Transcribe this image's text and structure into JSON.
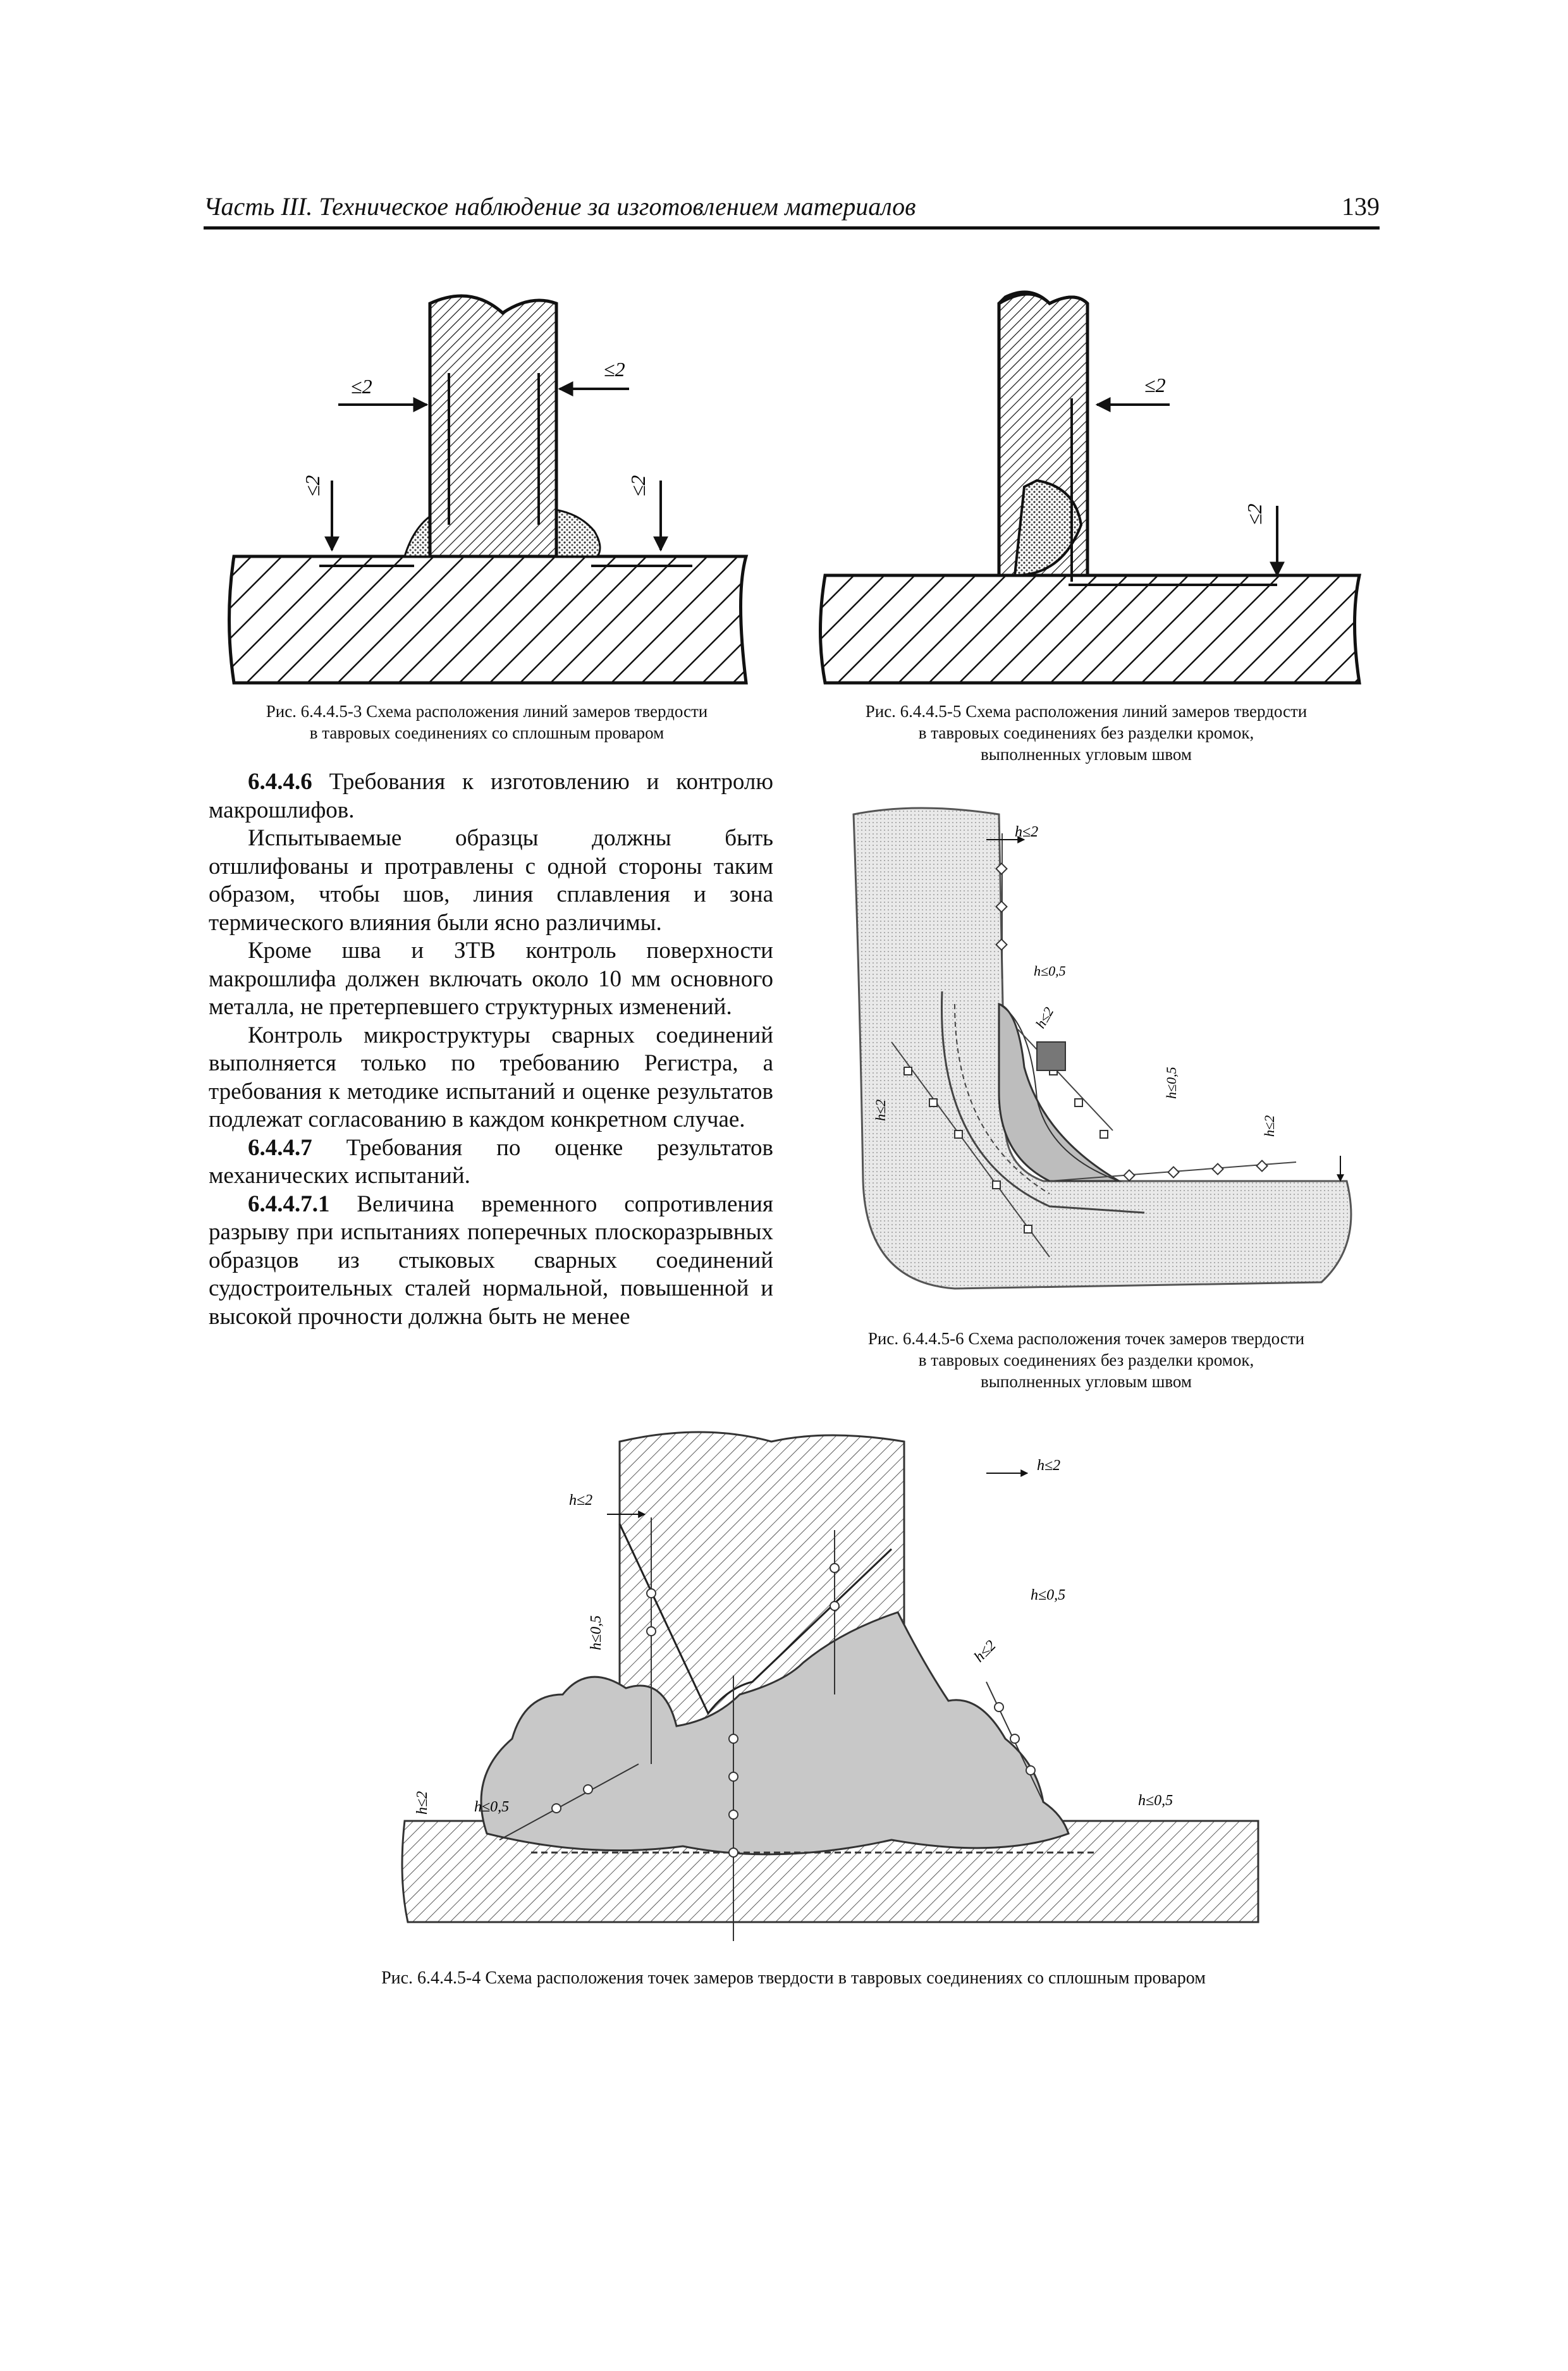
{
  "header": {
    "title": "Часть III. Техническое наблюдение за изготовлением материалов",
    "page_number": "139"
  },
  "figures": {
    "fig3": {
      "caption_line1": "Рис. 6.4.4.5-3 Схема расположения линий замеров твердости",
      "caption_line2": "в тавровых соединениях со сплошным проваром",
      "labels": [
        "≤2",
        "≤2",
        "≤2",
        "≤2"
      ]
    },
    "fig5": {
      "caption_line1": "Рис. 6.4.4.5-5 Схема расположения линий замеров твердости",
      "caption_line2": "в тавровых соединениях без разделки кромок,",
      "caption_line3": "выполненных угловым швом",
      "labels": [
        "≤2",
        "≤2"
      ]
    },
    "fig6": {
      "caption_line1": "Рис. 6.4.4.5-6 Схема расположения точек замеров твердости",
      "caption_line2": "в тавровых соединениях без разделки кромок,",
      "caption_line3": "выполненных угловым швом",
      "labels": [
        "h≤2",
        "h≤0,5",
        "h≤2",
        "h≤0,5",
        "h≤2",
        "h≤2"
      ]
    },
    "fig4": {
      "caption": "Рис. 6.4.4.5-4 Схема расположения точек замеров твердости в тавровых соединениях со сплошным проваром",
      "labels": [
        "h≤2",
        "h≤2",
        "h≤0,5",
        "h≤0,5",
        "h≤2",
        "h≤2",
        "h≤0,5",
        "h≤0,5"
      ]
    }
  },
  "body": {
    "s1_num": "6.4.4.6",
    "s1_title": " Требования к изготовлению и контролю макрошлифов.",
    "p1": "Испытываемые образцы должны быть отшлифованы и протравлены с одной стороны таким образом, чтобы шов, линия сплавления и зона термического влияния были ясно различимы.",
    "p2": "Кроме шва и ЗТВ контроль поверхности макрошлифа должен включать около 10 мм основного металла, не претерпевшего структурных изменений.",
    "p3": "Контроль микроструктуры сварных соединений выполняется только по требованию Регистра, а требования к методике испытаний и оценке результатов подлежат согласованию в каждом конкретном случае.",
    "s2_num": "6.4.4.7",
    "s2_title": " Требования по оценке результатов механических испытаний.",
    "s3_num": "6.4.4.7.1",
    "p4": " Величина временного сопротивления разрыву при испытаниях поперечных плоскоразрывных образцов из стыковых сварных соединений судостроительных сталей нормальной, повышенной и высокой прочности должна быть не менее"
  }
}
